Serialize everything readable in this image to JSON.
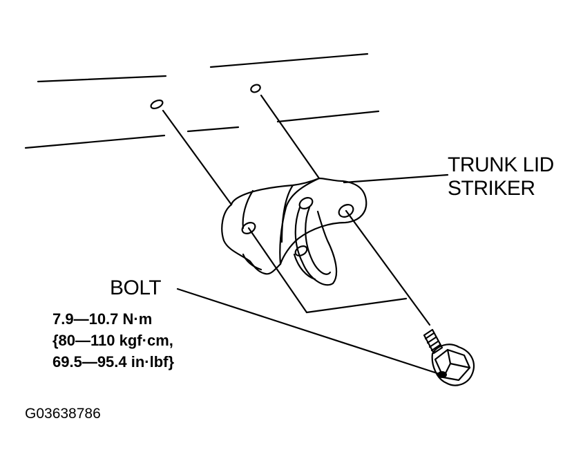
{
  "labels": {
    "striker_line1": "TRUNK LID",
    "striker_line2": "STRIKER",
    "bolt": "BOLT",
    "torque_nm": "7.9—10.7 N·m",
    "torque_kgf": "{80—110 kgf·cm,",
    "torque_inlbf": "69.5—95.4 in·lbf}"
  },
  "figure_id": "G03638786",
  "colors": {
    "ink": "#000000",
    "paper": "#ffffff"
  }
}
